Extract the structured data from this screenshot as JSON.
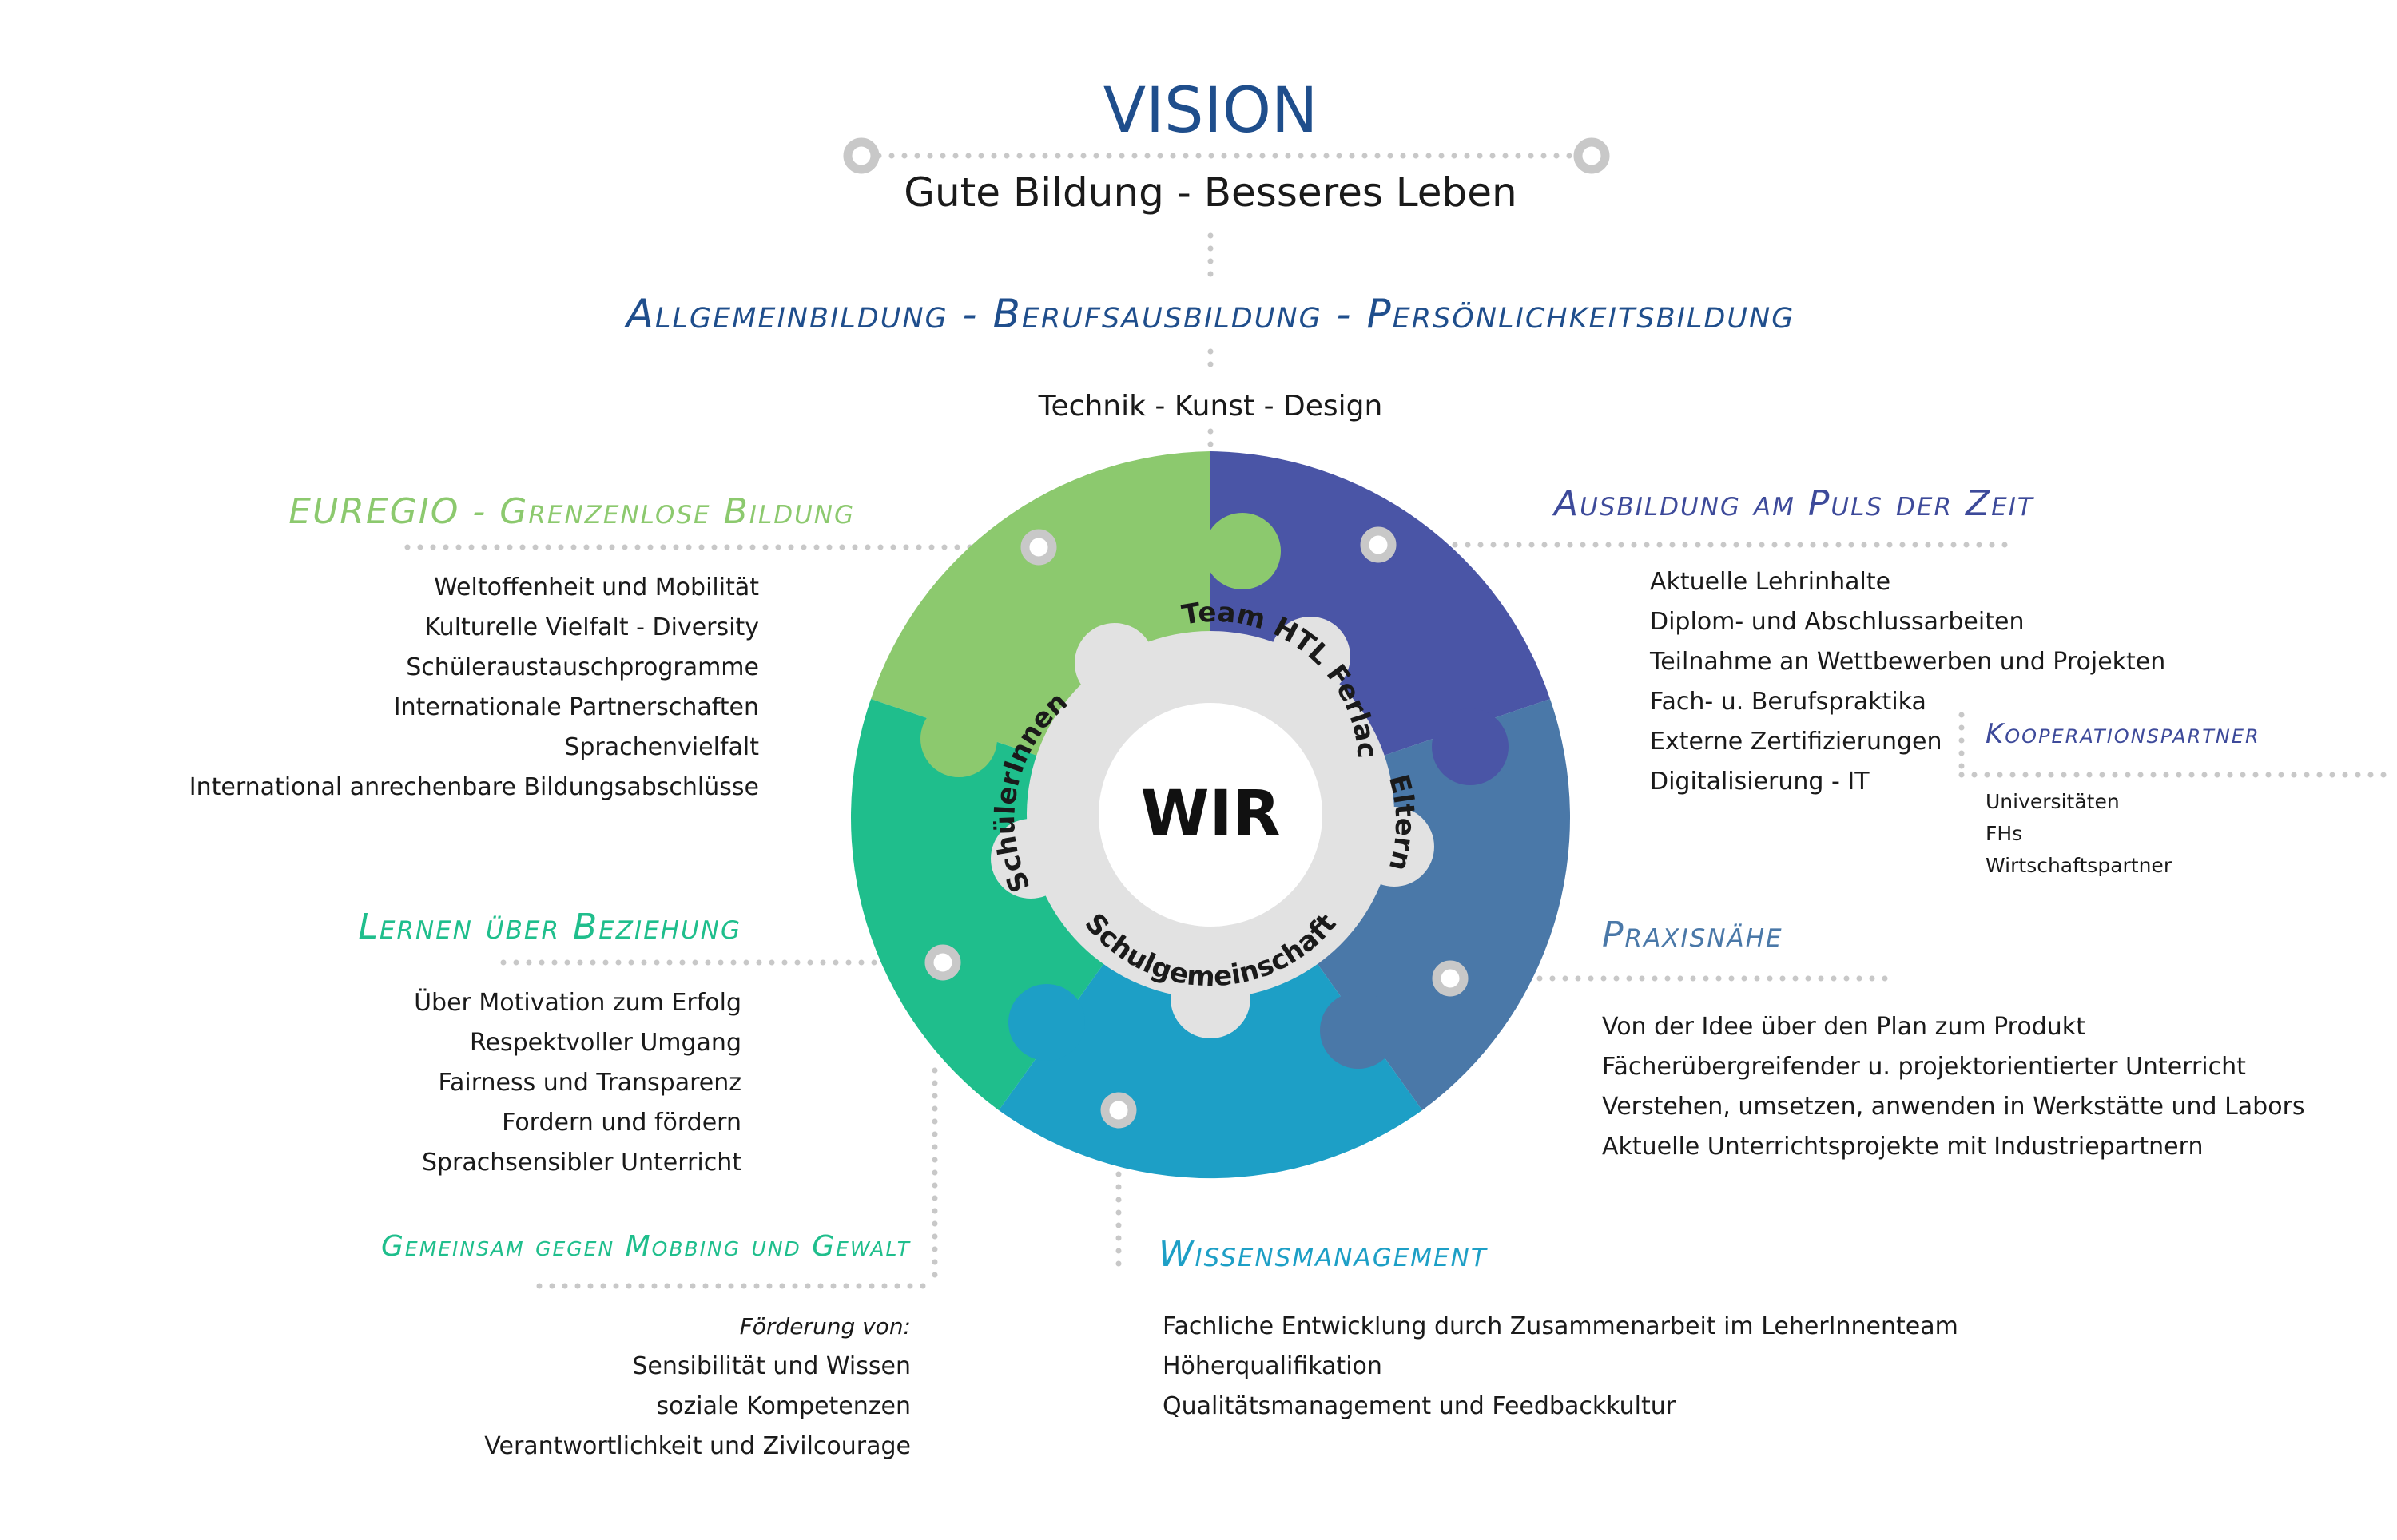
{
  "vision": {
    "title": "VISION",
    "subtitle": "Gute Bildung - Besseres Leben",
    "pillars": "Allgemeinbildung - Berufsausbildung - Persönlichkeitsbildung",
    "focus": "Technik - Kunst - Design"
  },
  "center": {
    "label": "WIR",
    "ring": {
      "team": "Team HTL Ferlach",
      "eltern": "Eltern",
      "schulgemeinschaft": "Schulgemeinschaft",
      "schueler": "SchülerInnen"
    }
  },
  "colors": {
    "title_blue": "#1f4e8c",
    "green_light": "#8cc96e",
    "green_teal": "#1fbe8c",
    "cyan": "#1d9fc6",
    "steel_blue": "#4a78a8",
    "indigo": "#4a55a6",
    "hub_grey": "#e2e2e2",
    "dots": "#c8c8c8"
  },
  "sections": {
    "euregio": {
      "title": "EUREGIO - Grenzenlose Bildung",
      "items": [
        "Weltoffenheit und Mobilität",
        "Kulturelle Vielfalt - Diversity",
        "Schüleraustauschprogramme",
        "Internationale Partnerschaften",
        "Sprachenvielfalt",
        "International anrechenbare Bildungsabschlüsse"
      ]
    },
    "ausbildung": {
      "title": "Ausbildung am Puls der Zeit",
      "items": [
        "Aktuelle Lehrinhalte",
        "Diplom- und Abschlussarbeiten",
        "Teilnahme an Wettbewerben und Projekten",
        "Fach- u. Berufspraktika",
        "Externe Zertifizierungen",
        "Digitalisierung - IT"
      ]
    },
    "kooperation": {
      "title": "Kooperationspartner",
      "items": [
        "Universitäten",
        "FHs",
        "Wirtschaftspartner"
      ]
    },
    "lernen": {
      "title": "Lernen über Beziehung",
      "items": [
        "Über Motivation zum Erfolg",
        "Respektvoller Umgang",
        "Fairness und Transparenz",
        "Fordern und fördern",
        "Sprachsensibler Unterricht"
      ]
    },
    "praxis": {
      "title": "Praxisnähe",
      "items": [
        "Von der Idee über den Plan zum Produkt",
        "Fächerübergreifender u. projektorientierter Unterricht",
        "Verstehen, umsetzen, anwenden in Werkstätte und Labors",
        "Aktuelle Unterrichtsprojekte mit Industriepartnern"
      ]
    },
    "mobbing": {
      "title": "Gemeinsam gegen Mobbing und Gewalt",
      "intro": "Förderung von:",
      "items": [
        "Sensibilität und Wissen",
        "soziale Kompetenzen",
        "Verantwortlichkeit und Zivilcourage"
      ]
    },
    "wissen": {
      "title": "Wissensmanagement",
      "items": [
        "Fachliche Entwicklung durch Zusammenarbeit im LeherInnenteam",
        "Höherqualifikation",
        "Qualitätsmanagement und Feedbackkultur"
      ]
    }
  }
}
